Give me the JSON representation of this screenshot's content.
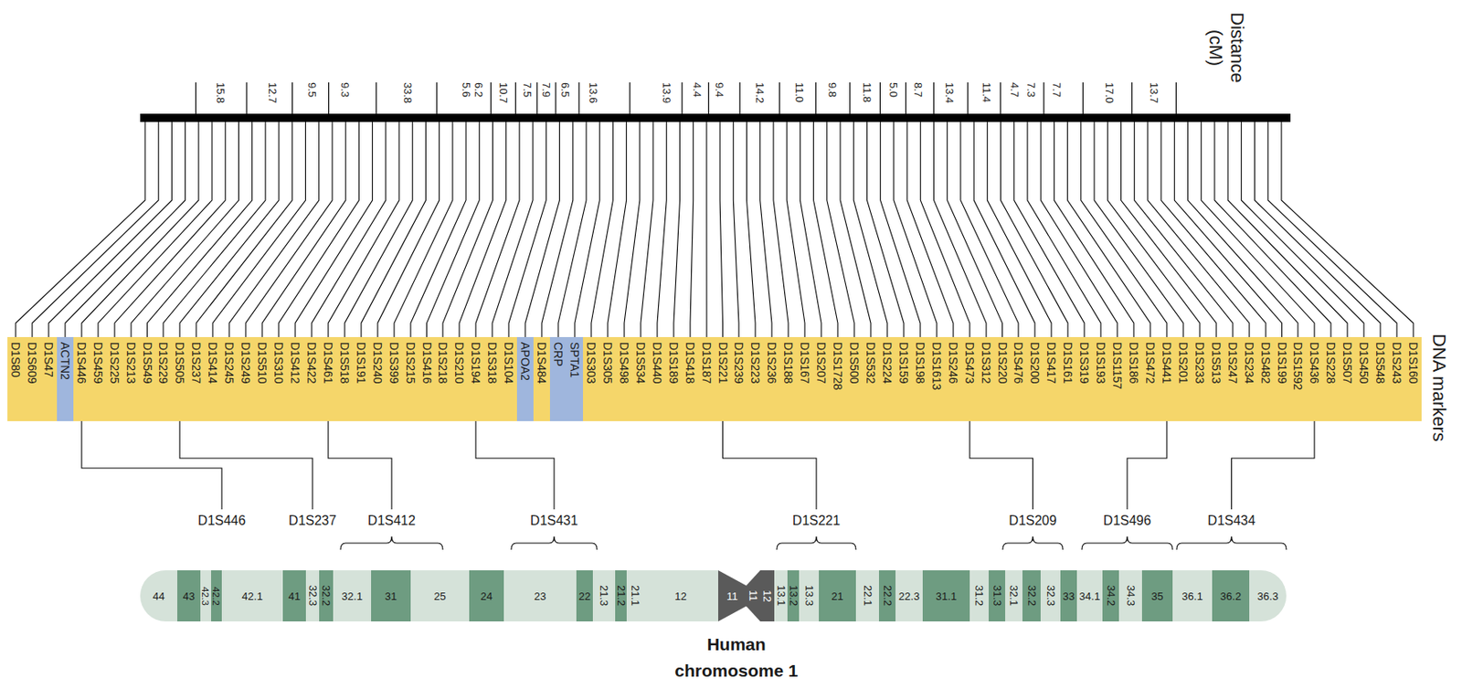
{
  "diagram": {
    "nodes": [
      {
        "text": [
          "D1S80"
        ]
      },
      {
        "text": [
          "D1S609"
        ]
      },
      {
        "text": [
          "D1S47"
        ]
      },
      {
        "text": [
          "ACTN2"
        ]
      },
      {
        "text": [
          "D1S446"
        ]
      },
      {
        "text": [
          "D1S459"
        ]
      },
      {
        "text": [
          "D1S225"
        ]
      },
      {
        "text": [
          "D1S213"
        ]
      },
      {
        "text": [
          "D1S549"
        ]
      },
      {
        "text": [
          "D1S229"
        ]
      },
      {
        "text": [
          "D1S505"
        ]
      },
      {
        "text": [
          "D1S237"
        ]
      },
      {
        "text": [
          "D1S414"
        ]
      },
      {
        "text": [
          "D1S245"
        ]
      },
      {
        "text": [
          "D1S249"
        ]
      },
      {
        "text": [
          "D1S510"
        ]
      },
      {
        "text": [
          "D1S310"
        ]
      },
      {
        "text": [
          "D1S412"
        ]
      },
      {
        "text": [
          "D1S422"
        ]
      },
      {
        "text": [
          "D1S461"
        ]
      },
      {
        "text": [
          "D1S518"
        ]
      },
      {
        "text": [
          "D1S191"
        ]
      },
      {
        "text": [
          "D1S240"
        ]
      },
      {
        "text": [
          "D1S399"
        ]
      },
      {
        "text": [
          "D1S215"
        ]
      },
      {
        "text": [
          "D1S416"
        ]
      },
      {
        "text": [
          "D1S218"
        ]
      },
      {
        "text": [
          "D1S210"
        ]
      },
      {
        "text": [
          "D1S194"
        ]
      },
      {
        "text": [
          "D1S318"
        ]
      },
      {
        "text": [
          "D1S104"
        ]
      },
      {
        "text": [
          "APOA2"
        ]
      },
      {
        "text": [
          "D1S484"
        ]
      },
      {
        "text": [
          "CRP"
        ]
      },
      {
        "text": [
          "SPTA1"
        ]
      },
      {
        "text": [
          "D1S303"
        ]
      },
      {
        "text": [
          "D1S305"
        ]
      },
      {
        "text": [
          "D1S498"
        ]
      },
      {
        "text": [
          "D1S534"
        ]
      },
      {
        "text": [
          "D1S440"
        ]
      },
      {
        "text": [
          "D1S189"
        ]
      },
      {
        "text": [
          "D1S418"
        ]
      },
      {
        "text": [
          "D1S187"
        ]
      },
      {
        "text": [
          "D1S221"
        ]
      },
      {
        "text": [
          "D1S239"
        ]
      },
      {
        "text": [
          "D1S223"
        ]
      },
      {
        "text": [
          "D1S236"
        ]
      },
      {
        "text": [
          "D1S188"
        ]
      },
      {
        "text": [
          "D1S167"
        ]
      },
      {
        "text": [
          "D1S207"
        ]
      },
      {
        "text": [
          "D1S1728"
        ]
      },
      {
        "text": [
          "D1S500"
        ]
      },
      {
        "text": [
          "D1S532"
        ]
      },
      {
        "text": [
          "D1S224"
        ]
      },
      {
        "text": [
          "D1S159"
        ]
      },
      {
        "text": [
          "D1S198"
        ]
      },
      {
        "text": [
          "D1S1613"
        ]
      },
      {
        "text": [
          "D1S246"
        ]
      },
      {
        "text": [
          "D1S473"
        ]
      },
      {
        "text": [
          "D1S312"
        ]
      },
      {
        "text": [
          "D1S220"
        ]
      },
      {
        "text": [
          "D1S476"
        ]
      },
      {
        "text": [
          "D1S200"
        ]
      },
      {
        "text": [
          "D1S417"
        ]
      },
      {
        "text": [
          "D1S161"
        ]
      },
      {
        "text": [
          "D1S319"
        ]
      },
      {
        "text": [
          "D1S193"
        ]
      },
      {
        "text": [
          "D1S1157"
        ]
      },
      {
        "text": [
          "D1S186"
        ]
      },
      {
        "text": [
          "D1S472"
        ]
      },
      {
        "text": [
          "D1S441"
        ]
      },
      {
        "text": [
          "D1S201"
        ]
      },
      {
        "text": [
          "D1S233"
        ]
      },
      {
        "text": [
          "D1S513"
        ]
      },
      {
        "text": [
          "D1S247"
        ]
      },
      {
        "text": [
          "D1S234"
        ]
      },
      {
        "text": [
          "D1S482"
        ]
      },
      {
        "text": [
          "D1S199"
        ]
      },
      {
        "text": [
          "D1S1592"
        ]
      },
      {
        "text": [
          "D1S436"
        ]
      },
      {
        "text": [
          "D1S228"
        ]
      },
      {
        "text": [
          "D1S507"
        ]
      },
      {
        "text": [
          "D1S450"
        ]
      },
      {
        "text": [
          "D1S548"
        ]
      },
      {
        "text": [
          "D1S243"
        ]
      },
      {
        "text": [
          "D1S160"
        ]
      },
      {
        "text": [
          "44"
        ]
      },
      {
        "text": [
          "43"
        ]
      },
      {
        "text": [
          "42.3"
        ]
      },
      {
        "text": [
          "42.2"
        ]
      },
      {
        "text": [
          "42.1"
        ]
      },
      {
        "text": [
          "41"
        ]
      },
      {
        "text": [
          "32.3"
        ]
      },
      {
        "text": [
          "32.2"
        ]
      },
      {
        "text": [
          "32.1"
        ]
      },
      {
        "text": [
          "31"
        ]
      },
      {
        "text": [
          "25"
        ]
      },
      {
        "text": [
          "24"
        ]
      },
      {
        "text": [
          "23"
        ]
      },
      {
        "text": [
          "22"
        ]
      },
      {
        "text": [
          "21.3"
        ]
      },
      {
        "text": [
          "21.2"
        ]
      },
      {
        "text": [
          "21.1"
        ]
      },
      {
        "text": [
          "12"
        ]
      },
      {
        "text": [
          "11"
        ]
      },
      {
        "text": [
          "11"
        ]
      },
      {
        "text": [
          "12"
        ]
      },
      {
        "text": [
          "13.1"
        ]
      },
      {
        "text": [
          "13.2"
        ]
      },
      {
        "text": [
          "13.3"
        ]
      },
      {
        "text": [
          "21"
        ]
      },
      {
        "text": [
          "22.1"
        ]
      },
      {
        "text": [
          "22.2"
        ]
      },
      {
        "text": [
          "22.3"
        ]
      },
      {
        "text": [
          "31.1"
        ]
      },
      {
        "text": [
          "31.2"
        ]
      },
      {
        "text": [
          "31.3"
        ]
      },
      {
        "text": [
          "32.1"
        ]
      },
      {
        "text": [
          "32.2"
        ]
      },
      {
        "text": [
          "32.3"
        ]
      },
      {
        "text": [
          "33"
        ]
      },
      {
        "text": [
          "34.1"
        ]
      },
      {
        "text": [
          "34.2"
        ]
      },
      {
        "text": [
          "34.3"
        ]
      },
      {
        "text": [
          "35"
        ]
      },
      {
        "text": [
          "36.1"
        ]
      },
      {
        "text": [
          "36.2"
        ]
      },
      {
        "text": [
          "36.3"
        ]
      }
    ],
    "labels": [
      "Distance (cM)",
      "15.8",
      "12.7",
      "9.5",
      "9.3",
      "33.8",
      "5.6",
      "6.2",
      "10.7",
      "7.5",
      "7.9",
      "6.5",
      "13.6",
      "13.9",
      "4.4",
      "9.4",
      "14.2",
      "11.0",
      "9.8",
      "11.8",
      "5.0",
      "8.7",
      "13.4",
      "11.4",
      "4.7",
      "7.3",
      "7.7",
      "17.0",
      "13.7",
      "DNA markers",
      "D1S446",
      "D1S237",
      "D1S412",
      "D1S431",
      "D1S221",
      "D1S209",
      "D1S496",
      "D1S434",
      "Human chromosome 1"
    ]
  }
}
